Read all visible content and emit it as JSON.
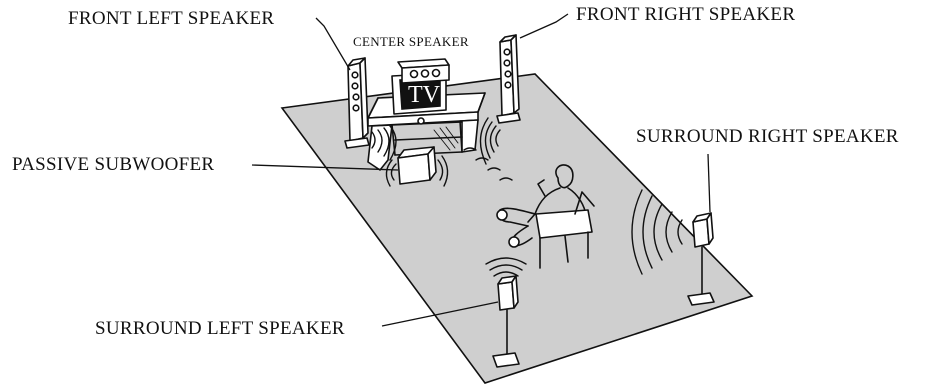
{
  "labels": {
    "front_left": "FRONT LEFT SPEAKER",
    "center": "CENTER SPEAKER",
    "front_right": "FRONT RIGHT SPEAKER",
    "passive_subwoofer": "PASSIVE SUBWOOFER",
    "surround_right": "SURROUND RIGHT SPEAKER",
    "surround_left": "SURROUND LEFT SPEAKER",
    "tv": "TV"
  }
}
